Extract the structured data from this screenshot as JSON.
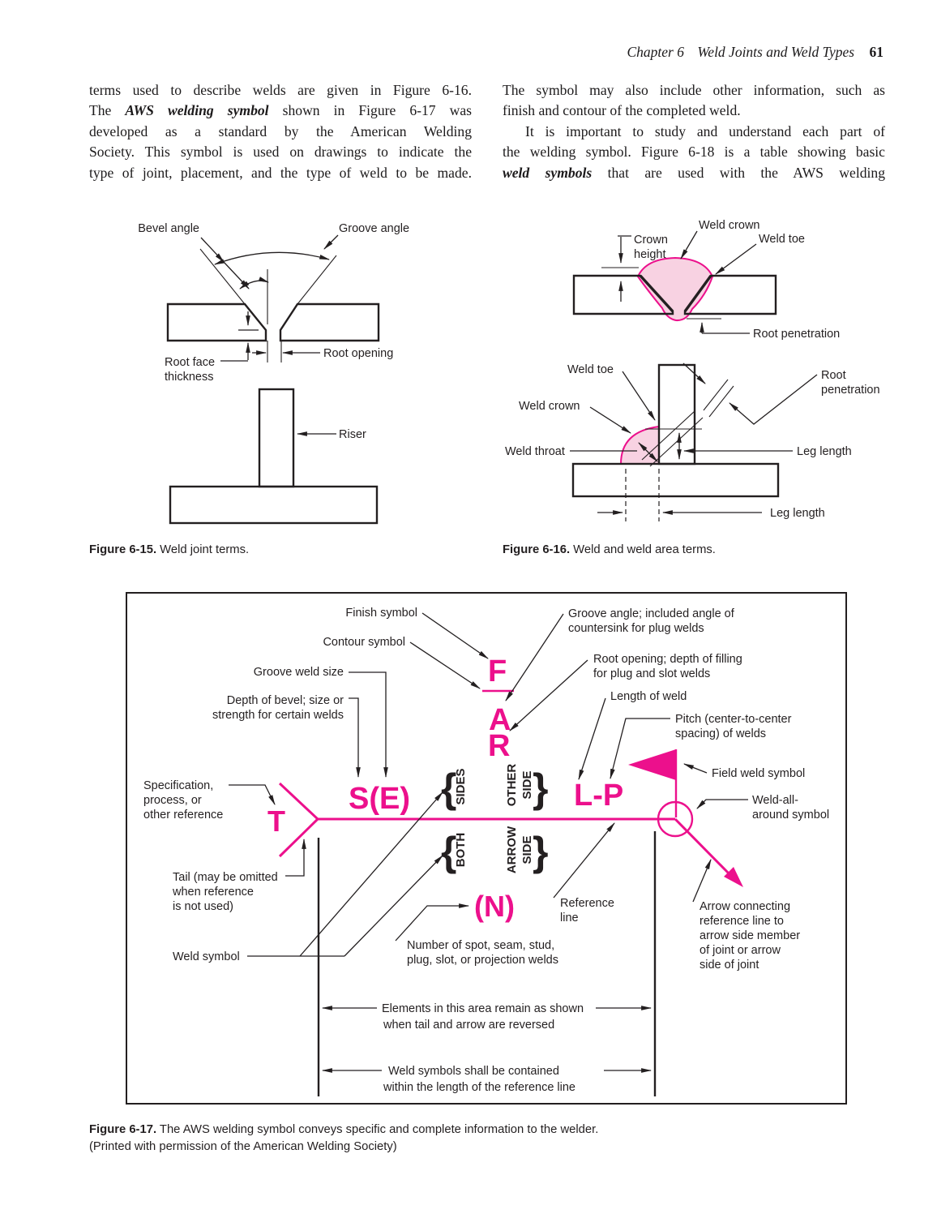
{
  "header": {
    "chapter": "Chapter 6",
    "title": "Weld Joints and Weld Types",
    "page_number": "61"
  },
  "body": {
    "col1": {
      "l1": "terms used to describe welds are given in Figure 6-16.",
      "l2a": "The ",
      "l2b": "AWS welding symbol",
      "l2c": " shown in Figure 6-17 was",
      "l3": "developed as a standard by the American Welding",
      "l4": "Society. This symbol is used on drawings to indicate the",
      "l5": "type of joint, placement, and the type of weld to be made."
    },
    "col2": {
      "l1": "The symbol may also include other information, such as",
      "l2": "finish and contour of the completed weld.",
      "l3": "It is important to study and understand each part of",
      "l4": "the welding symbol. Figure 6-18 is a table showing basic",
      "l5a": "weld symbols",
      "l5b": " that are used with the AWS welding"
    }
  },
  "fig15": {
    "caption_bold": "Figure 6-15.",
    "caption_text": " Weld joint terms.",
    "labels": {
      "bevel_angle": "Bevel angle",
      "groove_angle": "Groove angle",
      "root_face_1": "Root face",
      "root_face_2": "thickness",
      "root_opening": "Root opening",
      "riser": "Riser"
    }
  },
  "fig16": {
    "caption_bold": "Figure 6-16.",
    "caption_text": " Weld and weld area terms.",
    "labels": {
      "crown_height_1": "Crown",
      "crown_height_2": "height",
      "weld_crown_top": "Weld crown",
      "weld_toe_top": "Weld toe",
      "root_penetration_top": "Root penetration",
      "weld_toe": "Weld toe",
      "weld_crown": "Weld crown",
      "weld_throat": "Weld throat",
      "root_penetration_1": "Root",
      "root_penetration_2": "penetration",
      "leg_length_right": "Leg length",
      "leg_length_bottom": "Leg length"
    }
  },
  "fig17": {
    "caption_bold": "Figure 6-17.",
    "caption_line1": " The AWS welding symbol conveys specific and complete information to the welder.",
    "caption_line2": "(Printed with permission of the American Welding Society)",
    "letters": {
      "f": "F",
      "a": "A",
      "r": "R",
      "t": "T",
      "se": "S(E)",
      "lp": "L-P",
      "n": "(N)"
    },
    "sides": {
      "sides": "SIDES",
      "other": "OTHER",
      "side_o": "SIDE",
      "both": "BOTH",
      "arrow": "ARROW",
      "side_a": "SIDE"
    },
    "braces": {
      "open": "{",
      "close": "}"
    },
    "labels": {
      "finish": "Finish symbol",
      "contour": "Contour symbol",
      "groove_size": "Groove weld size",
      "depth_1": "Depth of bevel;  size or",
      "depth_2": "strength for certain welds",
      "groove_angle_1": "Groove angle; included angle of",
      "groove_angle_2": "countersink for plug welds",
      "root_open_1": "Root opening; depth of filling",
      "root_open_2": "for plug and slot welds",
      "length": "Length of weld",
      "pitch_1": "Pitch (center-to-center",
      "pitch_2": "spacing) of welds",
      "field": "Field weld symbol",
      "waa_1": "Weld-all-",
      "waa_2": "around symbol",
      "spec_1": "Specification,",
      "spec_2": "process, or",
      "spec_3": "other reference",
      "tail_1": "Tail (may be omitted",
      "tail_2": "when reference",
      "tail_3": "is not used)",
      "weld_symbol": "Weld symbol",
      "number_1": "Number of spot, seam, stud,",
      "number_2": "plug, slot, or projection welds",
      "refline_1": "Reference",
      "refline_2": "line",
      "arrow_1": "Arrow connecting",
      "arrow_2": "reference line to",
      "arrow_3": "arrow side member",
      "arrow_4": "of joint or arrow",
      "arrow_5": "side of joint",
      "elements_1": "Elements in this area remain as shown",
      "elements_2": "when tail and arrow are reversed",
      "contained_1": "Weld symbols shall be contained",
      "contained_2": "within the length of the reference line"
    },
    "colors": {
      "pink": "#EC108C",
      "pink_fill": "#F8D2E2",
      "ink": "#231f20"
    }
  }
}
